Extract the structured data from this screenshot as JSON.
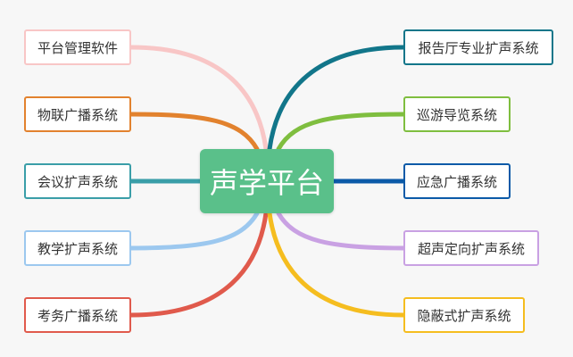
{
  "center": {
    "label": "声学平台",
    "color": "#5ac08a"
  },
  "left_nodes": [
    {
      "label": "平台管理软件",
      "color": "#f8c6c6"
    },
    {
      "label": "物联广播系统",
      "color": "#e2822e"
    },
    {
      "label": "会议扩声系统",
      "color": "#3a9ea8"
    },
    {
      "label": "教学扩声系统",
      "color": "#9cc8ef"
    },
    {
      "label": "考务广播系统",
      "color": "#e05a4c"
    }
  ],
  "right_nodes": [
    {
      "label": "报告厅专业扩声系统",
      "color": "#12768a"
    },
    {
      "label": "巡游导览系统",
      "color": "#7fbe3f"
    },
    {
      "label": "应急广播系统",
      "color": "#0b5aa8"
    },
    {
      "label": "超声定向扩声系统",
      "color": "#c9a1e3"
    },
    {
      "label": "隐蔽式扩声系统",
      "color": "#f5bd1f"
    }
  ]
}
